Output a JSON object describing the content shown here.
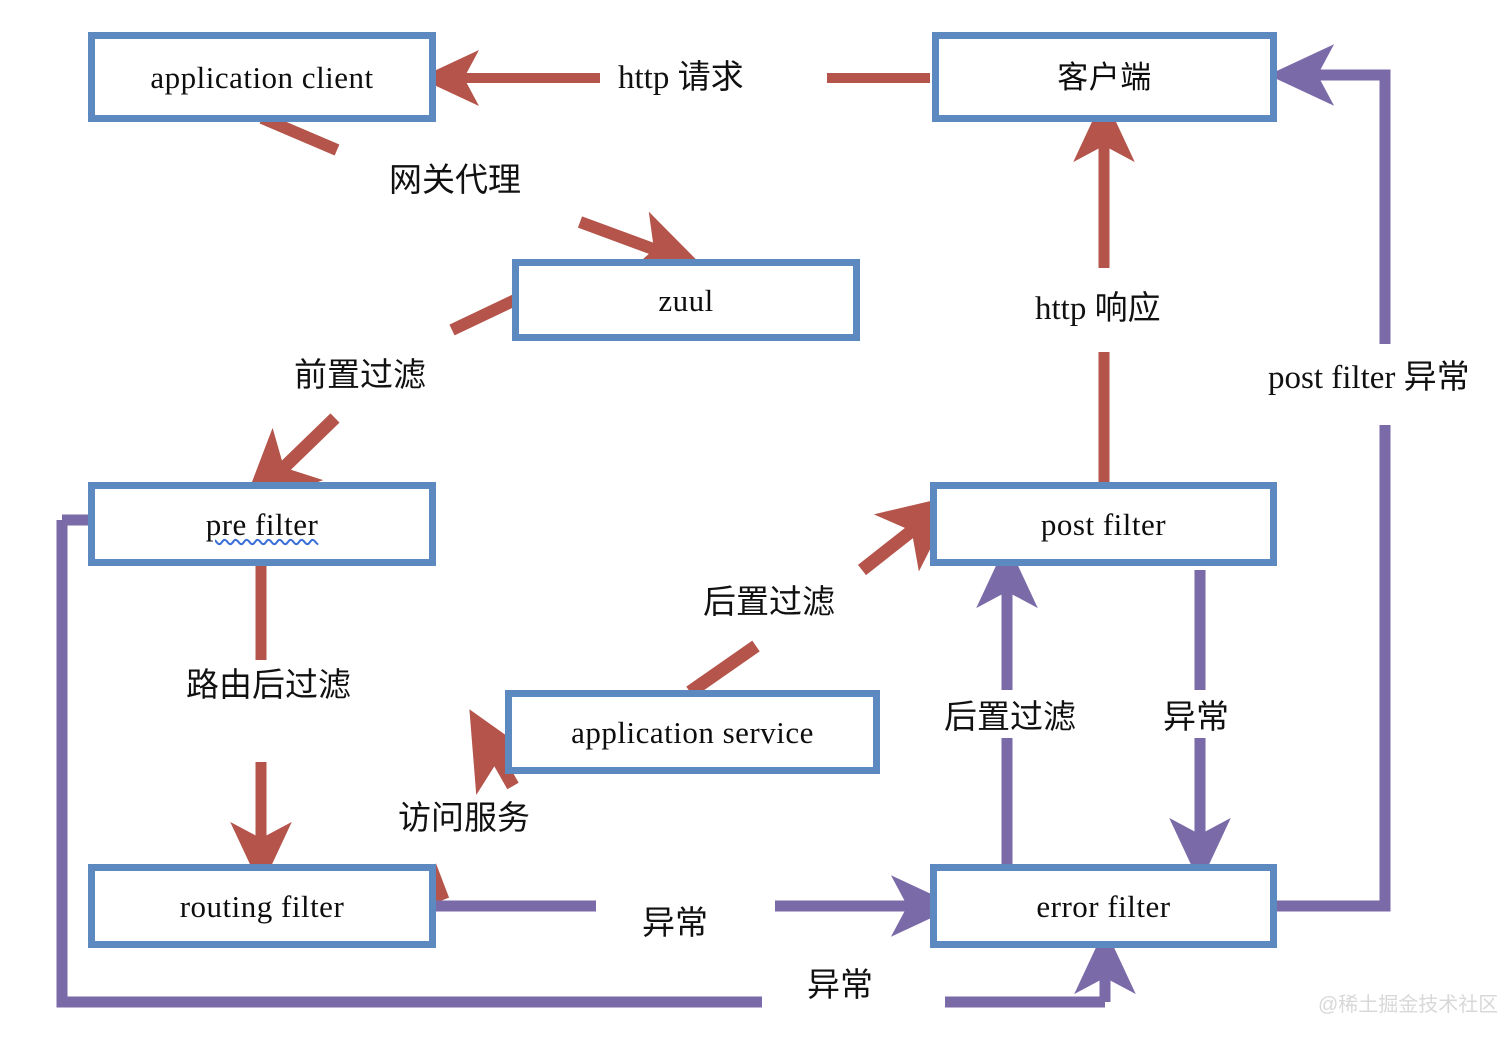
{
  "diagram": {
    "title": "Zuul gateway filter flow",
    "colors": {
      "box_border": "#5b89c0",
      "box_fill": "#ffffff",
      "request_arrow": "#b4544a",
      "exception_arrow": "#7a6aa8",
      "text": "#111111",
      "spellcheck_underline": "#3a6fd8",
      "watermark": "#d8d8d8"
    },
    "nodes": [
      {
        "id": "application-client",
        "label": "application  client"
      },
      {
        "id": "client-cn",
        "label": "客户端"
      },
      {
        "id": "zuul",
        "label": "zuul"
      },
      {
        "id": "pre-filter",
        "label": "pre filter"
      },
      {
        "id": "post-filter",
        "label": "post filter"
      },
      {
        "id": "application-service",
        "label": "application  service"
      },
      {
        "id": "routing-filter",
        "label": "routing filter"
      },
      {
        "id": "error-filter",
        "label": "error filter"
      }
    ],
    "edge_labels": [
      {
        "id": "http-request",
        "text": "http 请求"
      },
      {
        "id": "gateway-proxy",
        "text": "网关代理"
      },
      {
        "id": "pre-filtering",
        "text": "前置过滤"
      },
      {
        "id": "route-post-filter",
        "text": "路由后过滤"
      },
      {
        "id": "http-response",
        "text": "http 响应"
      },
      {
        "id": "post-filter-error",
        "text": "post filter 异常"
      },
      {
        "id": "post-filtering",
        "text": "后置过滤"
      },
      {
        "id": "post-filtering-2",
        "text": "后置过滤"
      },
      {
        "id": "exception-right",
        "text": "异常"
      },
      {
        "id": "access-service",
        "text": "访问服务"
      },
      {
        "id": "exception-mid",
        "text": "异常"
      },
      {
        "id": "exception-bottom",
        "text": "异常"
      }
    ],
    "watermark": "@稀土掘金技术社区"
  }
}
